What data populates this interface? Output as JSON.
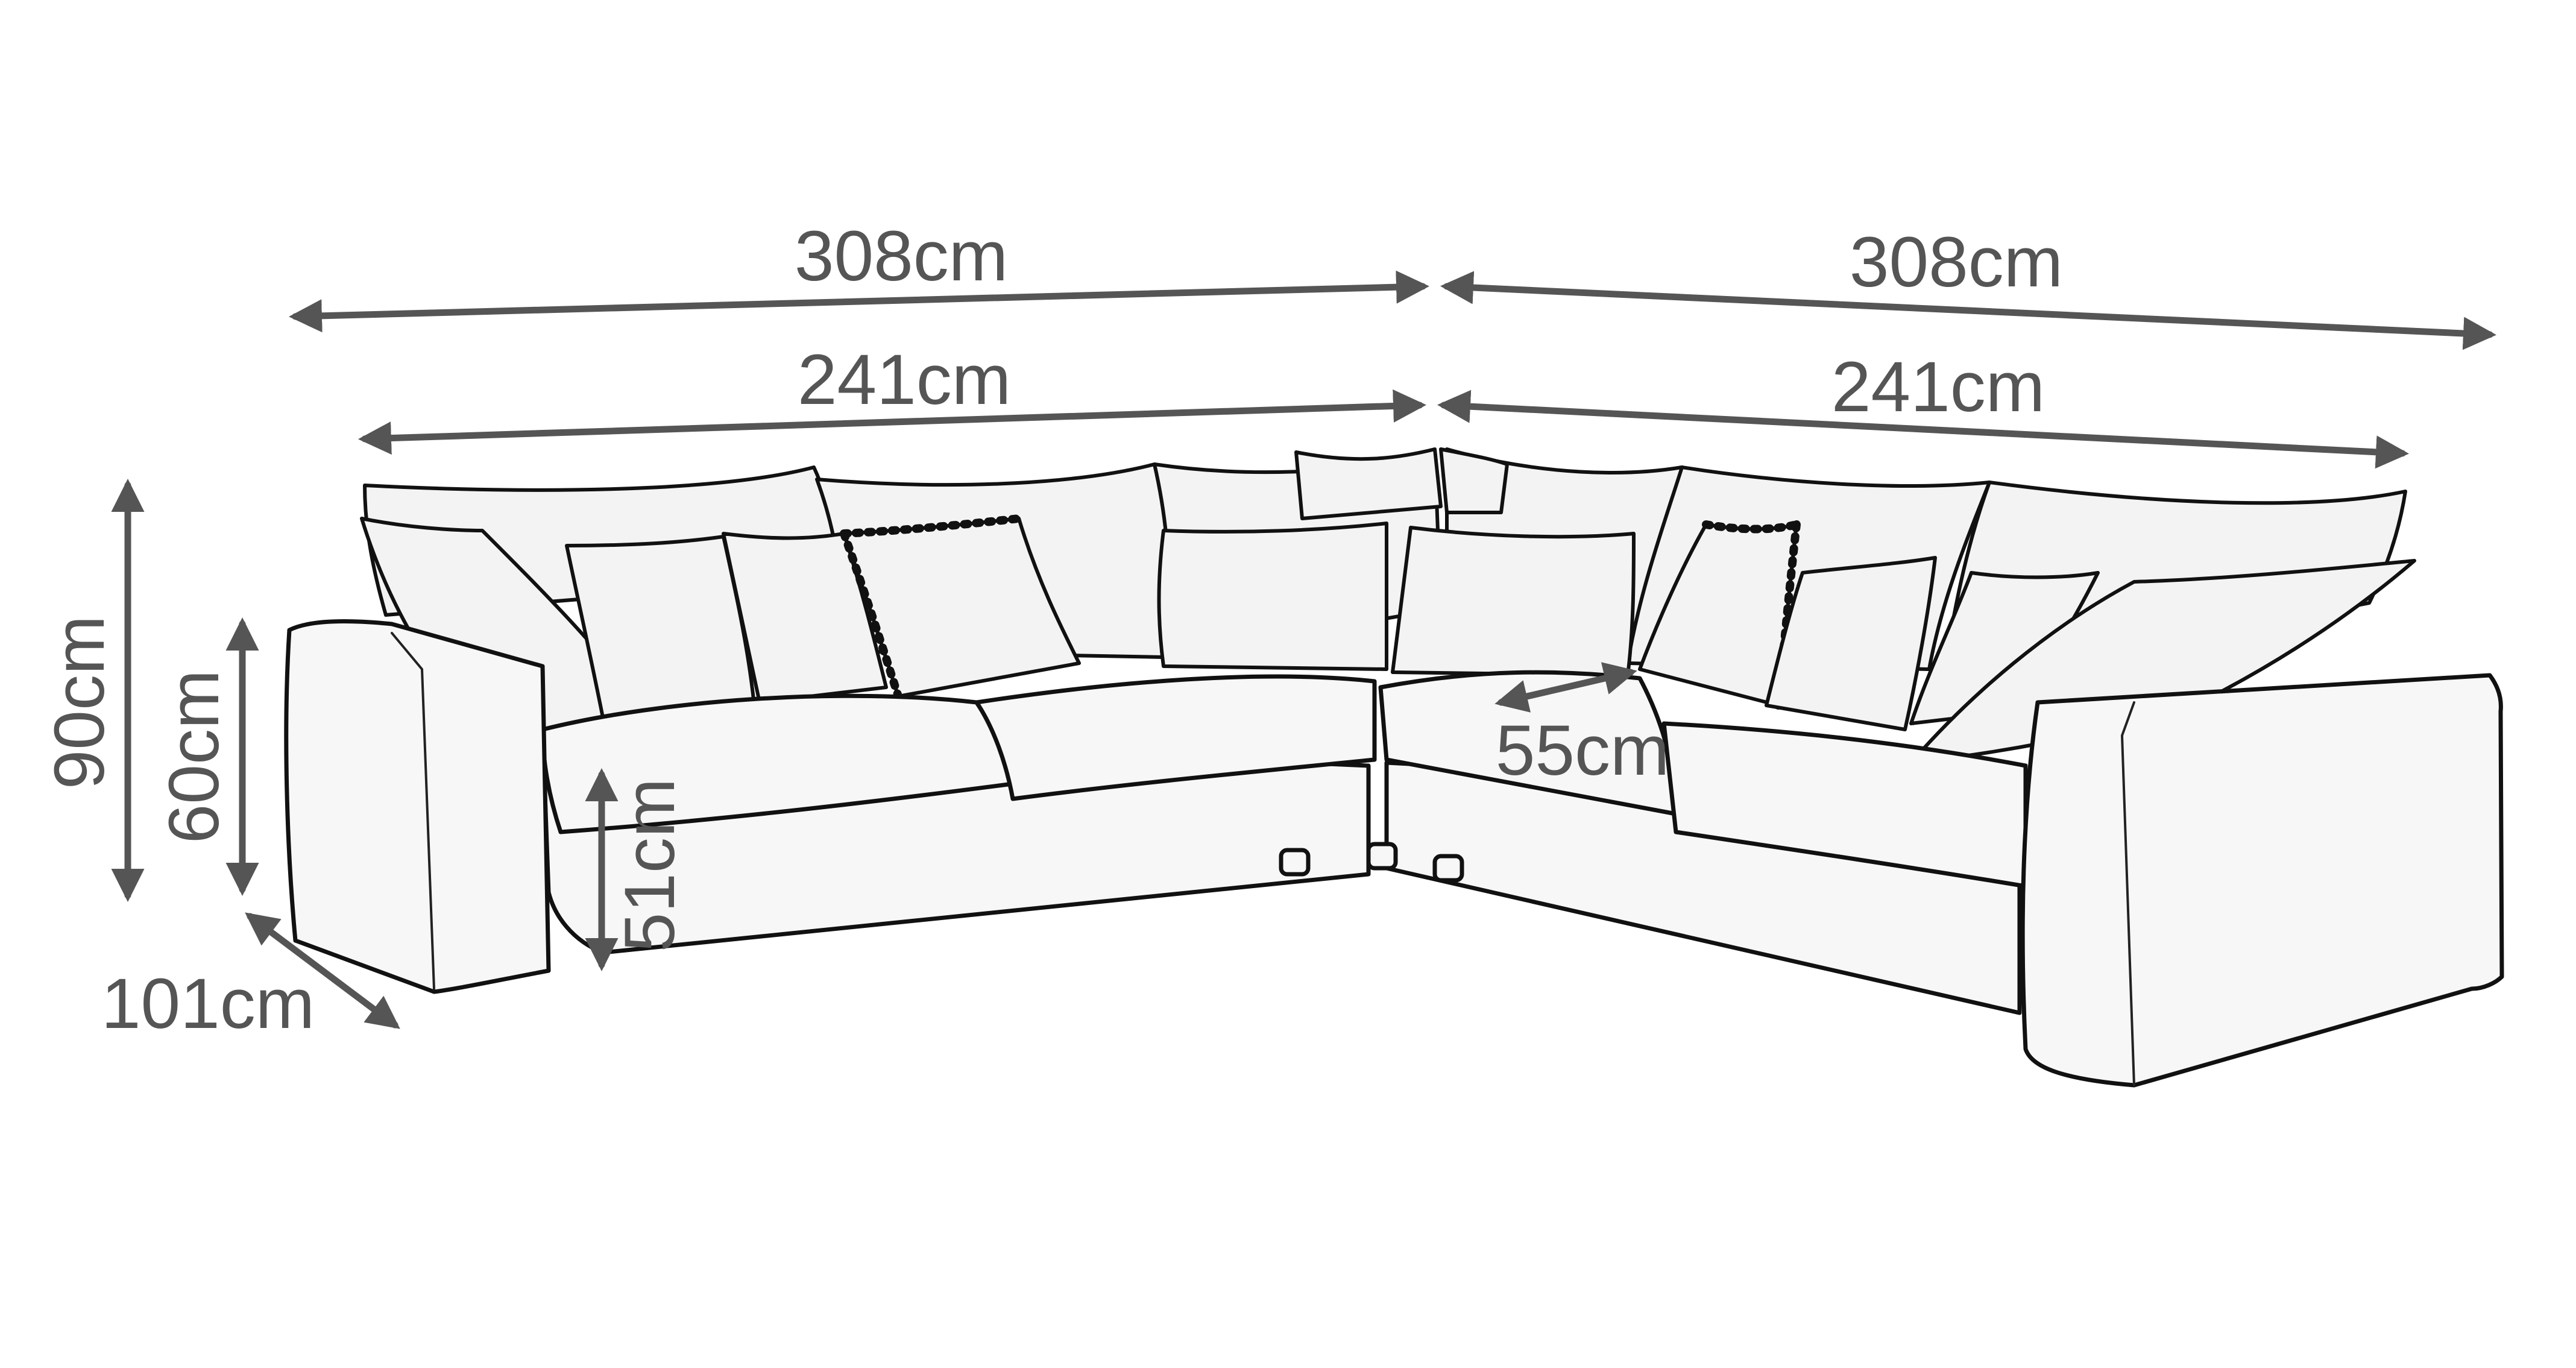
{
  "dimensions": {
    "left_total_width": "308cm",
    "right_total_width": "308cm",
    "left_seat_width": "241cm",
    "right_seat_width": "241cm",
    "total_height": "90cm",
    "arm_height": "60cm",
    "seat_height": "51cm",
    "depth": "101cm",
    "seat_depth": "55cm"
  },
  "colors": {
    "dimension": "#555555",
    "outline": "#111111",
    "upholstery": "#f7f7f7"
  }
}
